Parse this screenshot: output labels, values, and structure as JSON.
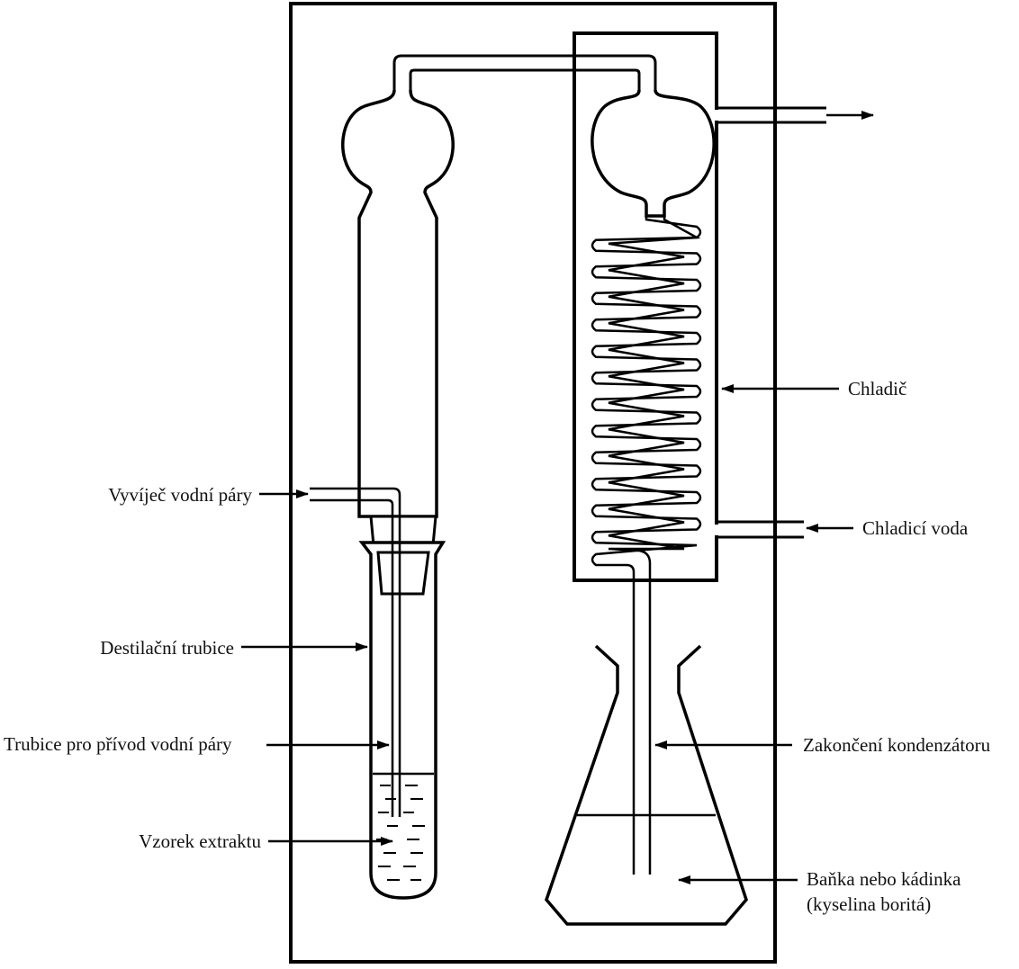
{
  "diagram": {
    "ink_color": "#000000",
    "background": "#ffffff",
    "labels": {
      "steam_generator": "Vyvíječ vodní páry",
      "distillation_tube": "Destilační trubice",
      "steam_inlet_tube": "Trubice pro přívod vodní páry",
      "extract_sample": "Vzorek extraktu",
      "condenser": "Chladič",
      "cooling_water": "Chladicí voda",
      "condenser_tip": "Zakončení kondenzátoru",
      "flask_line1": "Baňka nebo kádinka",
      "flask_line2": "(kyselina boritá)"
    },
    "icons": [
      "arrow-icon",
      "coil-condenser-icon",
      "flask-icon",
      "test-tube-icon"
    ]
  }
}
